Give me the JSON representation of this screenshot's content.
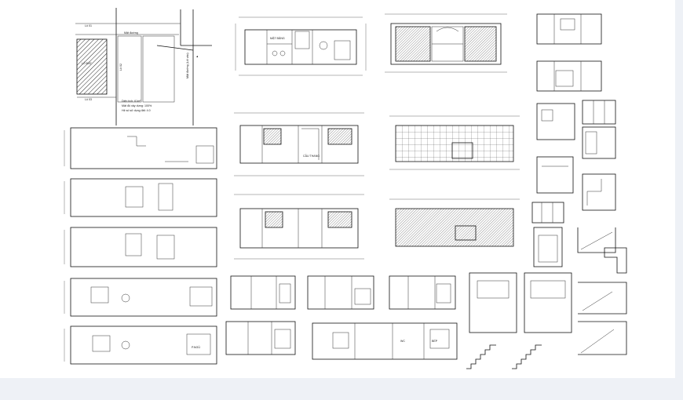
{
  "canvas": {
    "background": "#eef1f6",
    "sheet_color": "#ffffff",
    "line_color": "#111111"
  },
  "site_plan": {
    "road_label_top": "Mặt đường",
    "road_label_side": "Mặt đường (Lối vào)",
    "plot_label": "LÔ ĐẤT",
    "lot_left_top": "Lô 01",
    "lot_left_bottom": "Lô 03",
    "lot_right": "Lô 02",
    "legend_lines": [
      "Diện tích: 61m²",
      "Mật độ xây dựng: 100%",
      "Hệ số sử dụng đất: 4.0"
    ]
  },
  "notes": {
    "plan_label": "MẶT BẰNG",
    "room_label": "P.NGỦ",
    "stair_label": "CẦU THANG",
    "kitchen_label": "BẾP",
    "wc_label": "WC"
  }
}
